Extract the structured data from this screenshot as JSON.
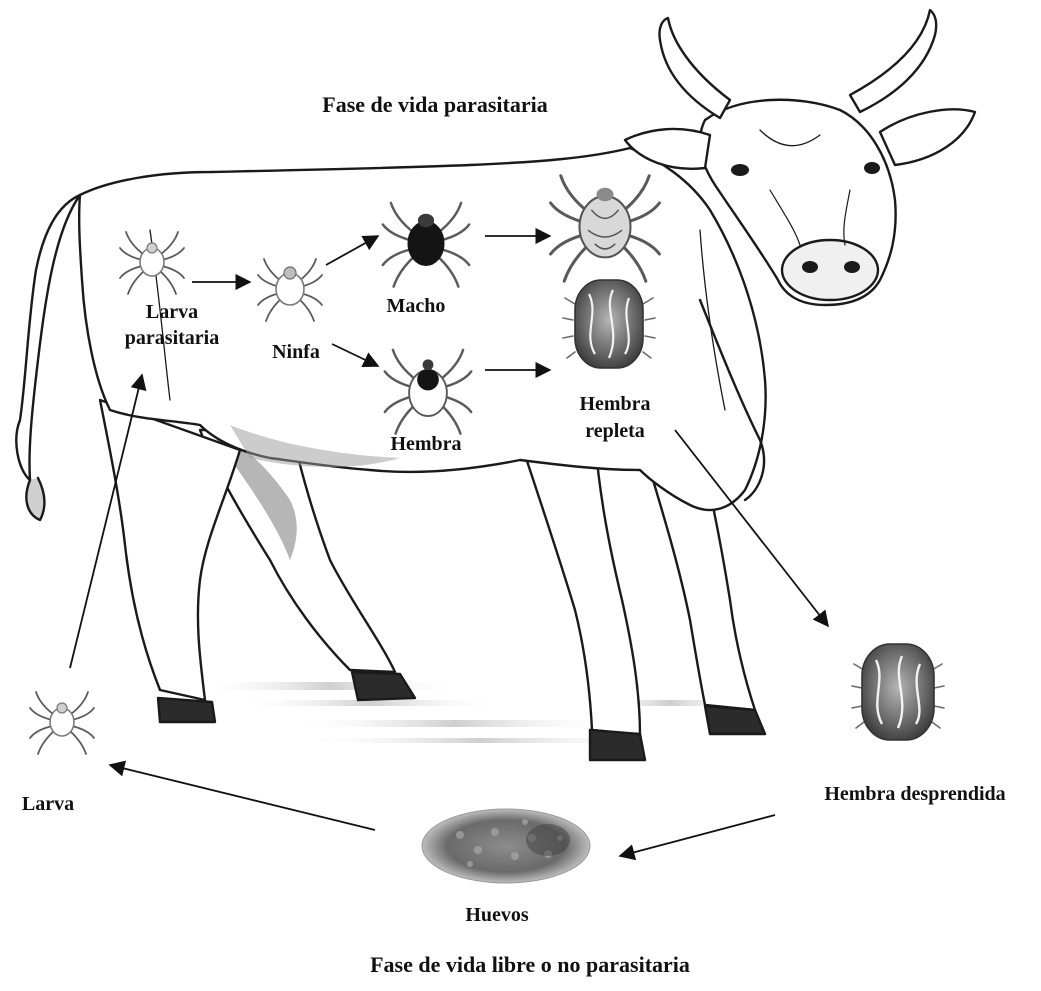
{
  "colors": {
    "ink": "#111111",
    "line": "#1a1a1a",
    "cow_fill": "#ffffff",
    "shade": "#8a8a8a",
    "hoof": "#2b2b2b",
    "tick_dark": "#141414",
    "tick_light": "#9a9a9a",
    "engorged": "#6d6d6d"
  },
  "labels": {
    "parasitic_phase": "Fase de vida parasitaria",
    "free_phase": "Fase de vida libre o no parasitaria",
    "larva_parasitaria_line1": "Larva",
    "larva_parasitaria_line2": "parasitaria",
    "ninfa": "Ninfa",
    "macho": "Macho",
    "hembra": "Hembra",
    "hembra_repleta_line1": "Hembra",
    "hembra_repleta_line2": "repleta",
    "hembra_desprendida": "Hembra desprendida",
    "huevos": "Huevos",
    "larva": "Larva"
  },
  "stages": [
    {
      "name": "larva-parasitaria",
      "icon": "larva-tick-icon"
    },
    {
      "name": "ninfa",
      "icon": "nymph-tick-icon"
    },
    {
      "name": "macho",
      "icon": "male-tick-icon"
    },
    {
      "name": "hembra",
      "icon": "female-tick-icon"
    },
    {
      "name": "macho-adulto",
      "icon": "adult-male-tick-icon"
    },
    {
      "name": "hembra-repleta",
      "icon": "engorged-female-tick-icon"
    },
    {
      "name": "hembra-desprendida",
      "icon": "detached-female-tick-icon"
    },
    {
      "name": "huevos",
      "icon": "egg-mass-icon"
    },
    {
      "name": "larva",
      "icon": "free-larva-icon"
    }
  ],
  "illustration": {
    "subject": "cow-illustration"
  }
}
